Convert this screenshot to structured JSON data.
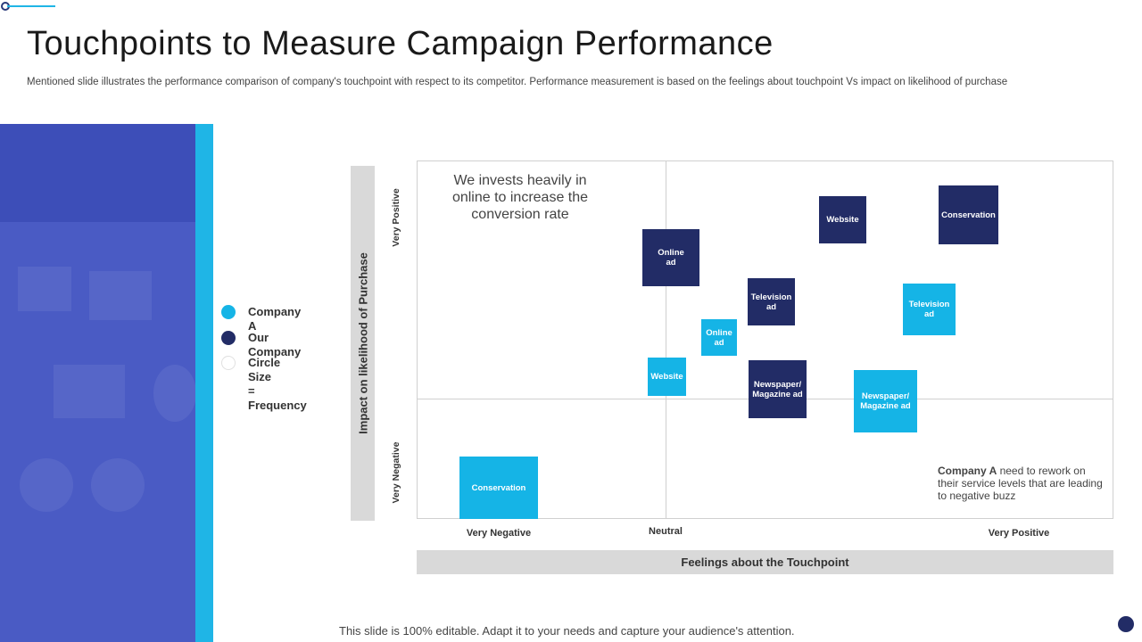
{
  "title": "Touchpoints to Measure Campaign Performance",
  "subtitle": "Mentioned slide illustrates the performance comparison of company's touchpoint with respect to its competitor. Performance measurement is based on the feelings about touchpoint Vs impact on likelihood of purchase",
  "legend": [
    {
      "label": "Company A",
      "color": "#15b4e6"
    },
    {
      "label": "Our Company",
      "color": "#222c66"
    },
    {
      "label": "Circle Size\n= Frequency",
      "color": "#ffffff"
    }
  ],
  "y_axis": {
    "title": "Impact on likelihood of Purchase",
    "top_label": "Very Positive",
    "bottom_label": "Very Negative"
  },
  "x_axis": {
    "title": "Feelings about the Touchpoint",
    "left_label": "Very Negative",
    "mid_label": "Neutral",
    "right_label": "Very Positive"
  },
  "note_top": "We invests heavily in online to increase the conversion rate",
  "note_bottom": {
    "bold": "Company A",
    "rest": " need to rework on their service levels that are leading to negative buzz"
  },
  "points": [
    {
      "label": "Online\nad",
      "company": "our"
    },
    {
      "label": "Website",
      "company": "our"
    },
    {
      "label": "Conservation",
      "company": "our"
    },
    {
      "label": "Television\nad",
      "company": "our"
    },
    {
      "label": "Newspaper/\nMagazine ad",
      "company": "our"
    },
    {
      "label": "Online\nad",
      "company": "a"
    },
    {
      "label": "Website",
      "company": "a"
    },
    {
      "label": "Television\nad",
      "company": "a"
    },
    {
      "label": "Newspaper/\nMagazine ad",
      "company": "a"
    },
    {
      "label": "Conservation",
      "company": "a"
    }
  ],
  "colors": {
    "company_a": "#15b4e6",
    "our_company": "#222c66",
    "accent": "#1fb5e6"
  },
  "footer": "This slide is 100% editable. Adapt it to your needs and capture your audience's attention."
}
